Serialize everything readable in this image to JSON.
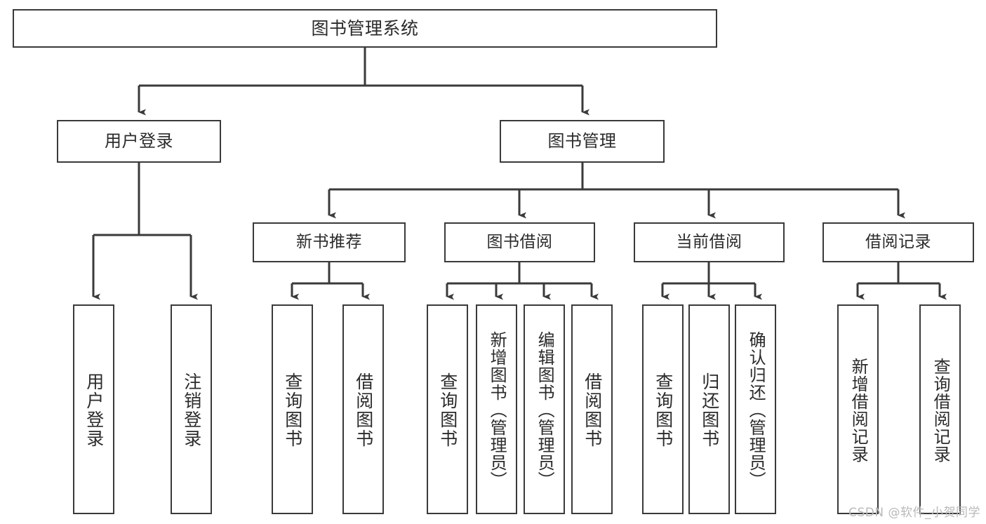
{
  "diagram": {
    "title": "图书管理系统",
    "type": "tree-structure-chart",
    "background_color": "#ffffff",
    "line_color": "#3a3a3a",
    "text_color": "#2b2b2b"
  },
  "root": {
    "label": "图书管理系统"
  },
  "level2": [
    {
      "id": "user-login",
      "label": "用户登录"
    },
    {
      "id": "book-manage",
      "label": "图书管理"
    }
  ],
  "level3": [
    {
      "id": "new-book-recommend",
      "label": "新书推荐"
    },
    {
      "id": "book-borrow",
      "label": "图书借阅"
    },
    {
      "id": "current-borrow",
      "label": "当前借阅"
    },
    {
      "id": "borrow-record",
      "label": "借阅记录"
    }
  ],
  "leaves": {
    "user_login": [
      {
        "id": "leaf-user-login",
        "label": "用户登录"
      },
      {
        "id": "leaf-logout-login",
        "label": "注销登录"
      }
    ],
    "new_book_recommend": [
      {
        "id": "leaf-query-book-1",
        "label": "查询图书"
      },
      {
        "id": "leaf-borrow-book-1",
        "label": "借阅图书"
      }
    ],
    "book_borrow": [
      {
        "id": "leaf-query-book-2",
        "label": "查询图书"
      },
      {
        "id": "leaf-add-book",
        "label": "新增图书（管理员）"
      },
      {
        "id": "leaf-edit-book",
        "label": "编辑图书（管理员）"
      },
      {
        "id": "leaf-borrow-book-2",
        "label": "借阅图书"
      }
    ],
    "current_borrow": [
      {
        "id": "leaf-query-book-3",
        "label": "查询图书"
      },
      {
        "id": "leaf-return-book",
        "label": "归还图书"
      },
      {
        "id": "leaf-confirm-return",
        "label": "确认归还（管理员）"
      }
    ],
    "borrow_record": [
      {
        "id": "leaf-add-record",
        "label": "新增借阅记录"
      },
      {
        "id": "leaf-query-record",
        "label": "查询借阅记录"
      }
    ]
  },
  "watermark": {
    "text": "CSDN @软件_小贺同学"
  }
}
